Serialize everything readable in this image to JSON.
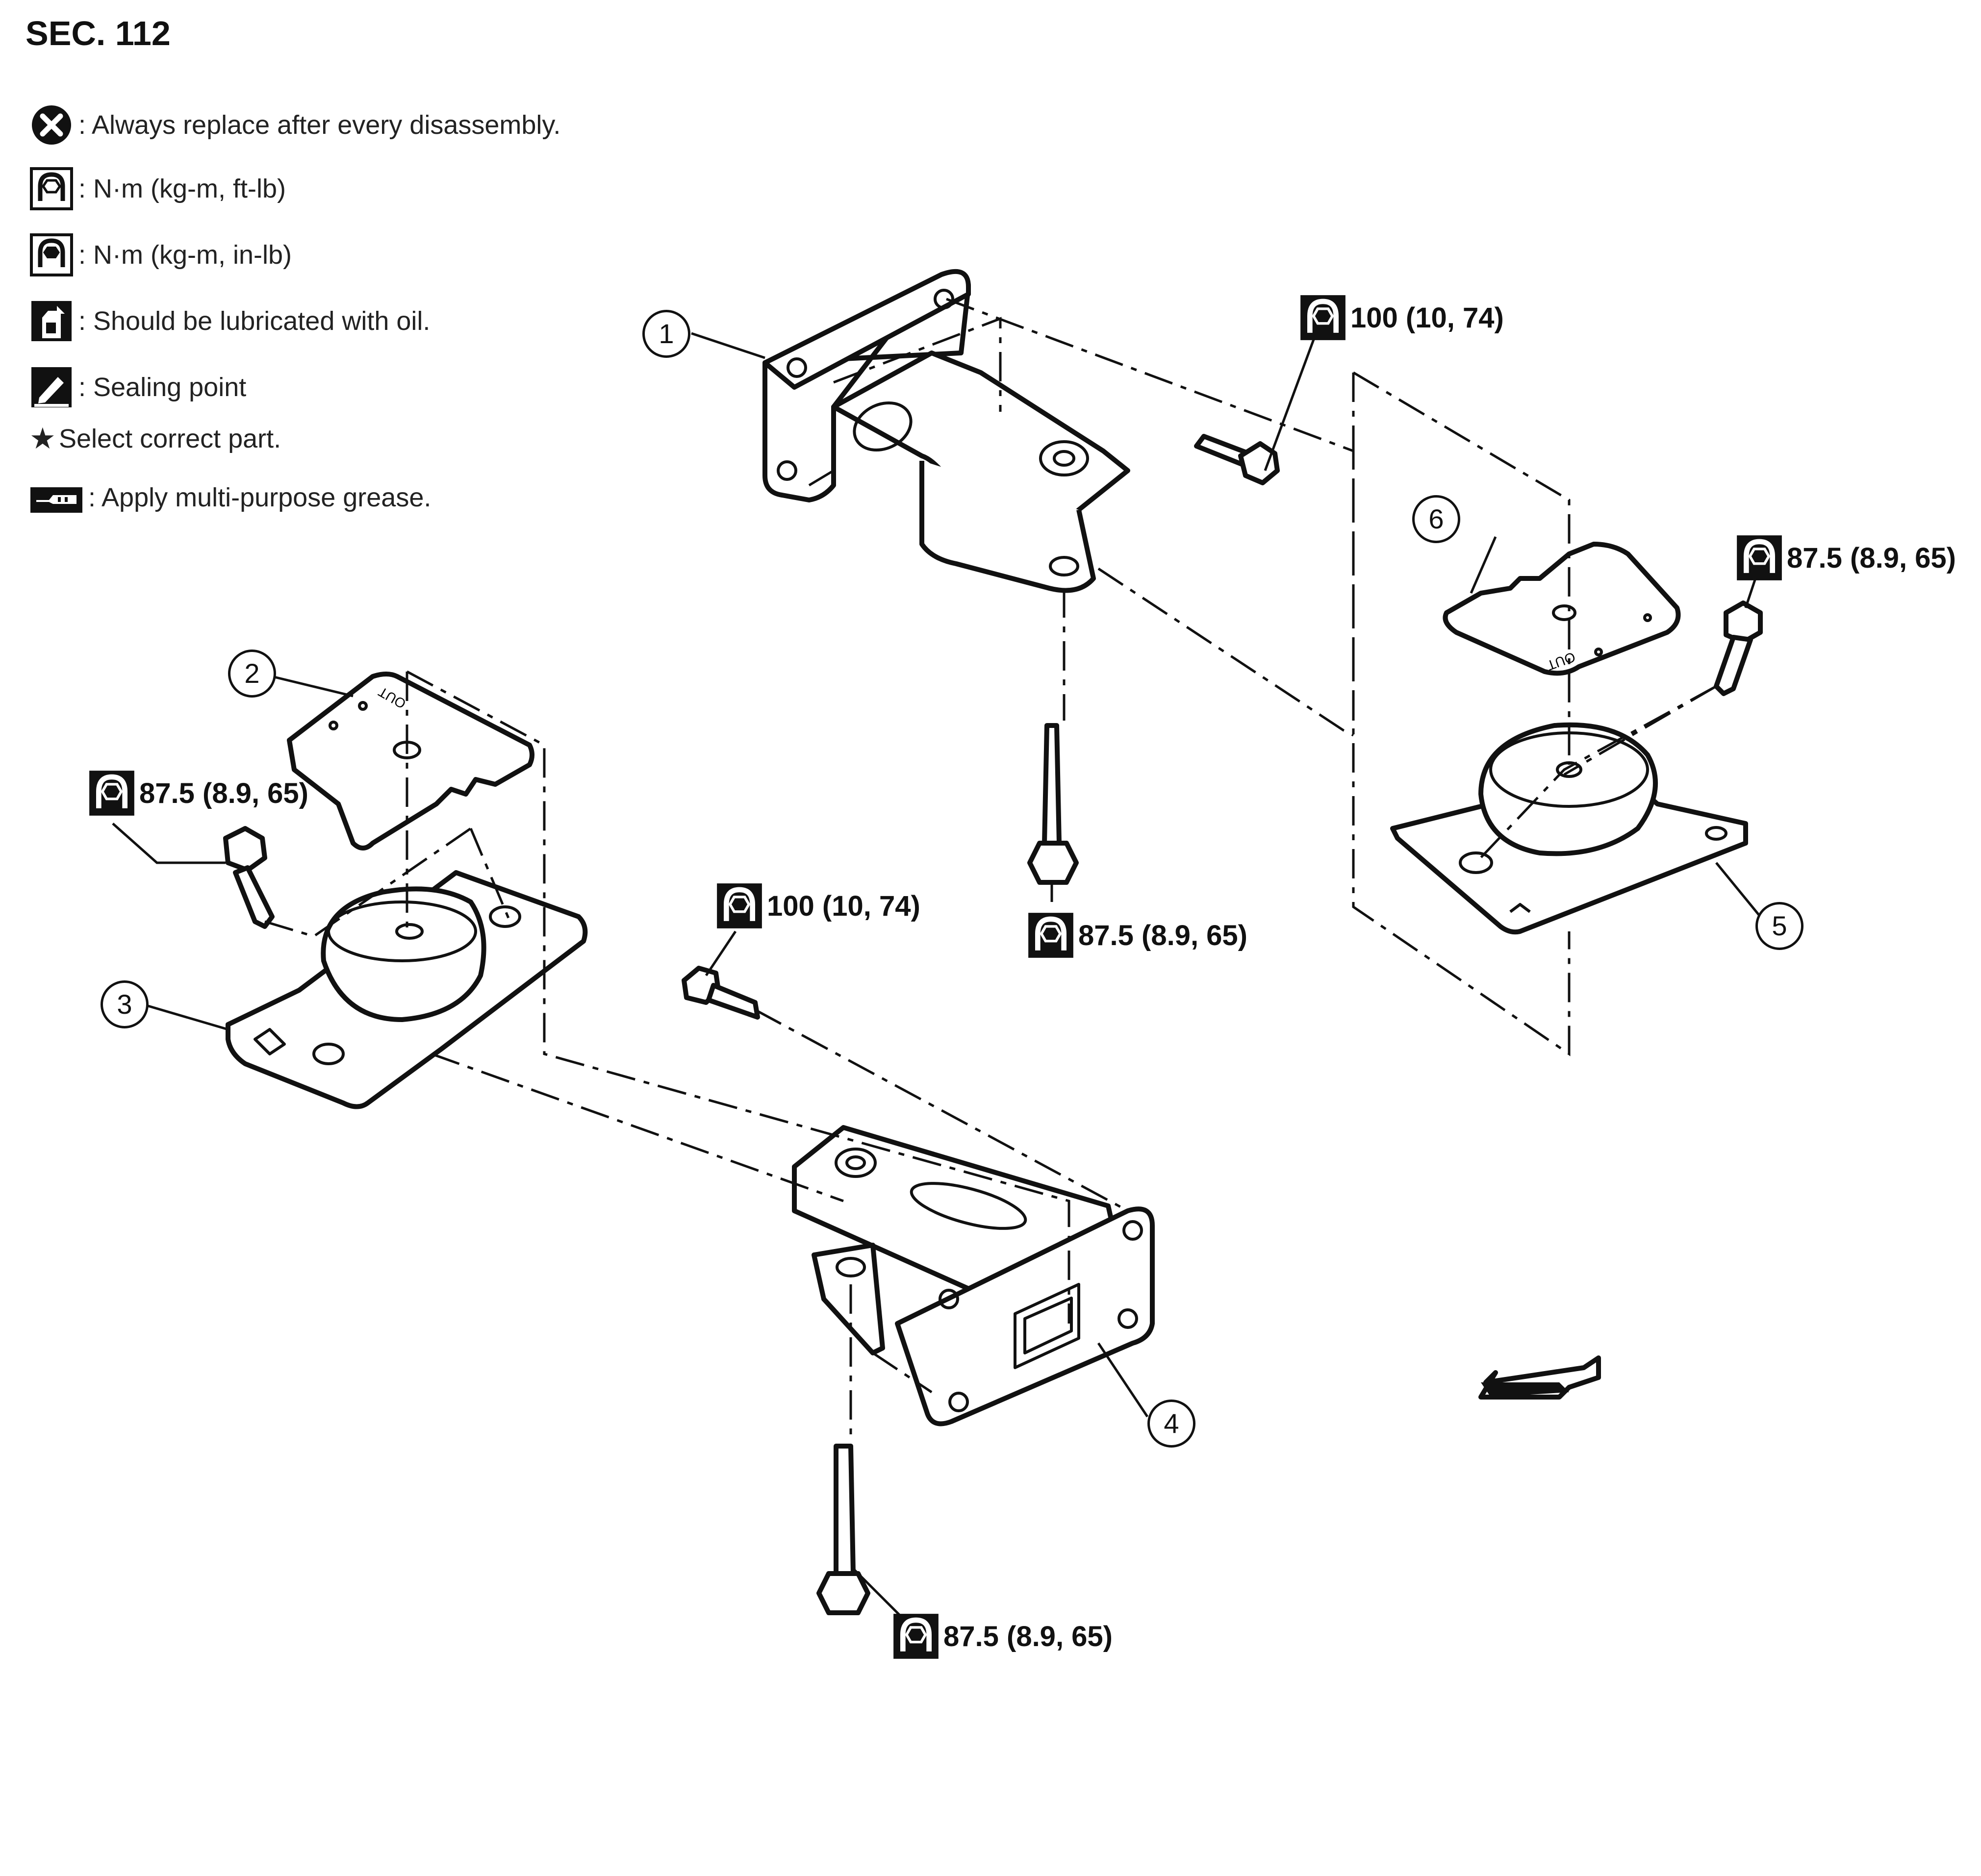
{
  "section": "SEC. 112",
  "legend": [
    {
      "icon": "replace-icon",
      "text": ": Always replace after every disassembly."
    },
    {
      "icon": "torque-ft-lb-icon",
      "text": ": N·m (kg-m, ft-lb)"
    },
    {
      "icon": "torque-in-lb-icon",
      "text": ": N·m (kg-m, in-lb)"
    },
    {
      "icon": "oil-can-icon",
      "text": ": Should be lubricated with oil."
    },
    {
      "icon": "sealing-icon",
      "text": ": Sealing point"
    },
    {
      "icon": "star-icon",
      "text": "Select correct part."
    },
    {
      "icon": "grease-icon",
      "text": ": Apply multi-purpose grease."
    }
  ],
  "callouts": [
    "1",
    "2",
    "3",
    "4",
    "5",
    "6"
  ],
  "torques": [
    "100 (10, 74)",
    "87.5 (8.9, 65)",
    "87.5 (8.9, 65)",
    "87.5 (8.9, 65)",
    "100 (10, 74)",
    "87.5 (8.9, 65)"
  ],
  "part_markings": {
    "insulator_6": "OUT",
    "insulator_2": "OUT"
  },
  "direction_arrow": "front-arrow-icon"
}
